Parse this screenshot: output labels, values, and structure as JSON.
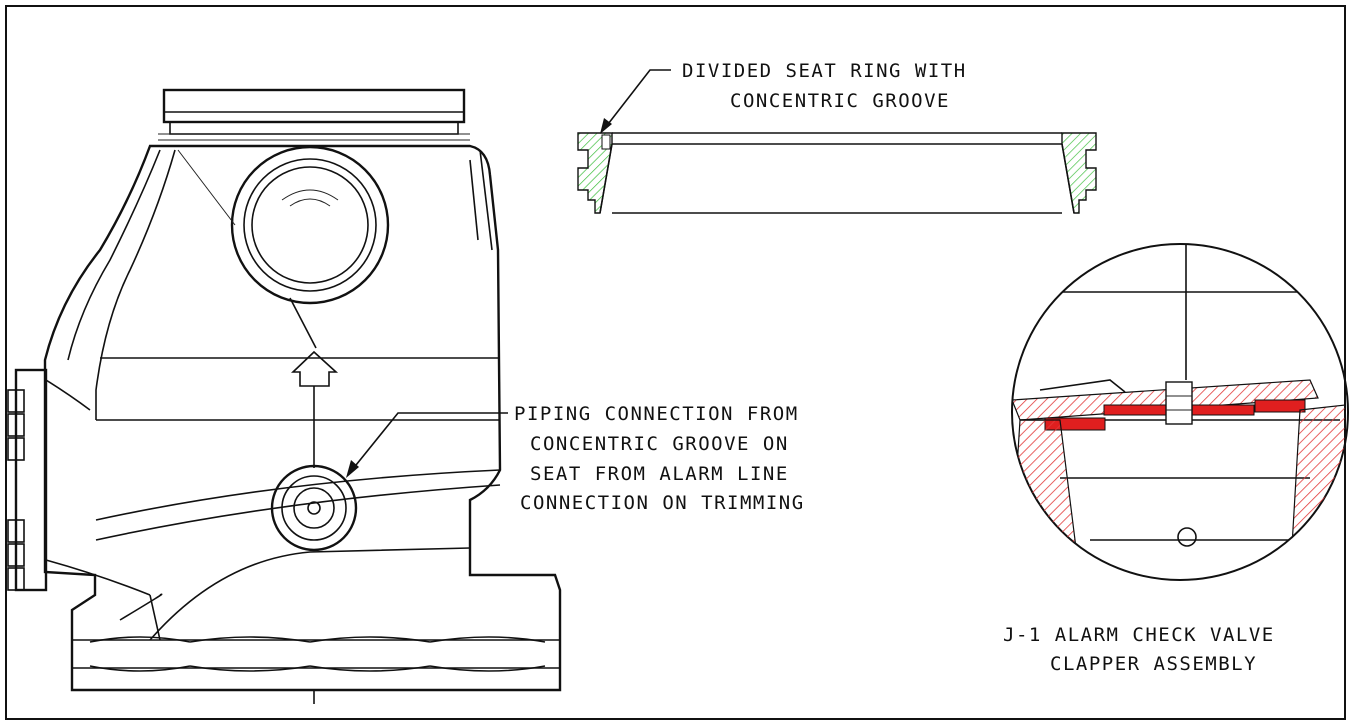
{
  "labels": {
    "seat_ring_line1": "DIVIDED SEAT RING WITH",
    "seat_ring_line2": "CONCENTRIC GROOVE",
    "piping_line1": "PIPING CONNECTION FROM",
    "piping_line2": "CONCENTRIC GROOVE ON",
    "piping_line3": "SEAT FROM ALARM LINE",
    "piping_line4": "CONNECTION ON TRIMMING",
    "clapper_line1": "J-1 ALARM CHECK VALVE",
    "clapper_line2": "CLAPPER ASSEMBLY"
  },
  "colors": {
    "line": "#111111",
    "seat_ring_hatch": "#3fbf3f",
    "clapper_hatch": "#e23a3a",
    "clapper_fill": "#e01f1f",
    "background": "#ffffff"
  }
}
